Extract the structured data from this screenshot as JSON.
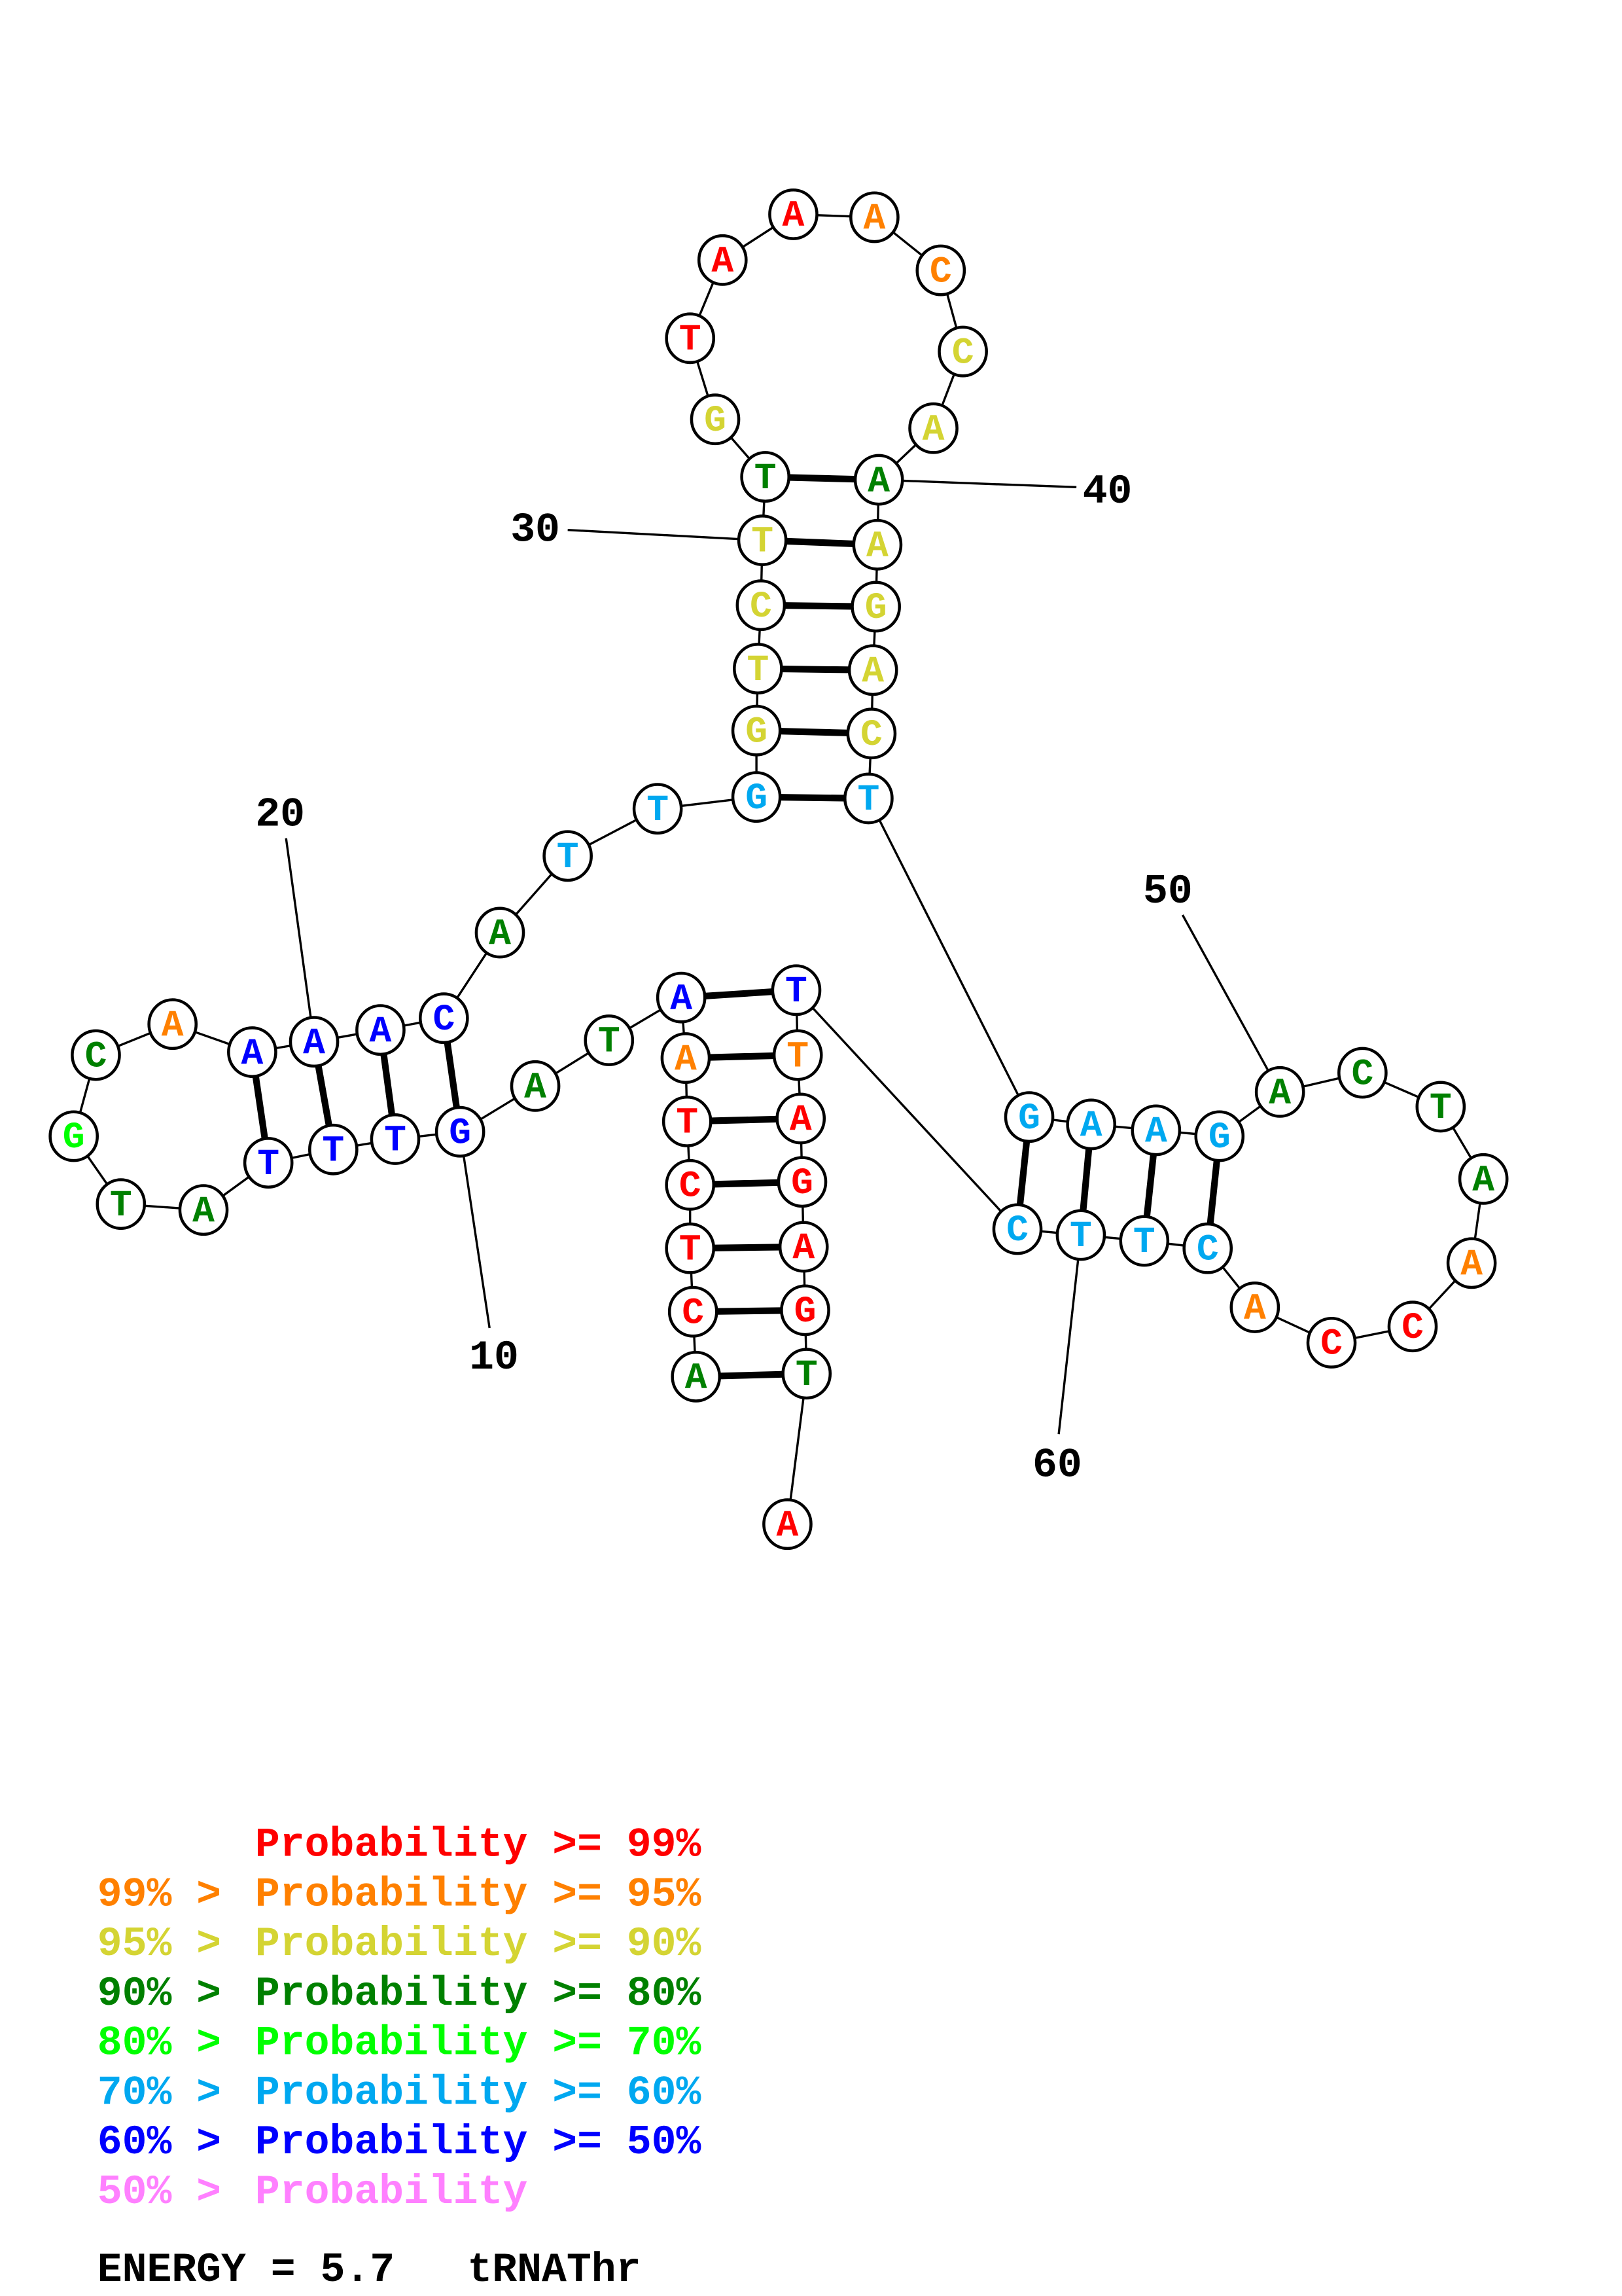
{
  "colors": {
    "p99": "#ff0000",
    "p95": "#ff8000",
    "p90": "#d4d433",
    "p80": "#008000",
    "p70": "#00ff00",
    "p60": "#00a8f0",
    "p50": "#0000ff",
    "plow": "#ff80ff"
  },
  "sequence": [
    {
      "base": "A",
      "prob": "p80"
    },
    {
      "base": "C",
      "prob": "p99"
    },
    {
      "base": "T",
      "prob": "p99"
    },
    {
      "base": "C",
      "prob": "p99"
    },
    {
      "base": "T",
      "prob": "p99"
    },
    {
      "base": "A",
      "prob": "p95"
    },
    {
      "base": "A",
      "prob": "p50"
    },
    {
      "base": "T",
      "prob": "p80"
    },
    {
      "base": "A",
      "prob": "p80"
    },
    {
      "base": "G",
      "prob": "p50"
    },
    {
      "base": "T",
      "prob": "p50"
    },
    {
      "base": "T",
      "prob": "p50"
    },
    {
      "base": "T",
      "prob": "p50"
    },
    {
      "base": "A",
      "prob": "p80"
    },
    {
      "base": "T",
      "prob": "p80"
    },
    {
      "base": "G",
      "prob": "p70"
    },
    {
      "base": "C",
      "prob": "p80"
    },
    {
      "base": "A",
      "prob": "p95"
    },
    {
      "base": "A",
      "prob": "p50"
    },
    {
      "base": "A",
      "prob": "p50"
    },
    {
      "base": "A",
      "prob": "p50"
    },
    {
      "base": "C",
      "prob": "p50"
    },
    {
      "base": "A",
      "prob": "p80"
    },
    {
      "base": "T",
      "prob": "p60"
    },
    {
      "base": "T",
      "prob": "p60"
    },
    {
      "base": "G",
      "prob": "p60"
    },
    {
      "base": "G",
      "prob": "p90"
    },
    {
      "base": "T",
      "prob": "p90"
    },
    {
      "base": "C",
      "prob": "p90"
    },
    {
      "base": "T",
      "prob": "p90"
    },
    {
      "base": "T",
      "prob": "p80"
    },
    {
      "base": "G",
      "prob": "p90"
    },
    {
      "base": "T",
      "prob": "p99"
    },
    {
      "base": "A",
      "prob": "p99"
    },
    {
      "base": "A",
      "prob": "p99"
    },
    {
      "base": "A",
      "prob": "p95"
    },
    {
      "base": "C",
      "prob": "p95"
    },
    {
      "base": "C",
      "prob": "p90"
    },
    {
      "base": "A",
      "prob": "p90"
    },
    {
      "base": "A",
      "prob": "p80"
    },
    {
      "base": "A",
      "prob": "p90"
    },
    {
      "base": "G",
      "prob": "p90"
    },
    {
      "base": "A",
      "prob": "p90"
    },
    {
      "base": "C",
      "prob": "p90"
    },
    {
      "base": "T",
      "prob": "p60"
    },
    {
      "base": "G",
      "prob": "p60"
    },
    {
      "base": "A",
      "prob": "p60"
    },
    {
      "base": "A",
      "prob": "p60"
    },
    {
      "base": "G",
      "prob": "p60"
    },
    {
      "base": "A",
      "prob": "p80"
    },
    {
      "base": "C",
      "prob": "p80"
    },
    {
      "base": "T",
      "prob": "p80"
    },
    {
      "base": "A",
      "prob": "p80"
    },
    {
      "base": "A",
      "prob": "p95"
    },
    {
      "base": "C",
      "prob": "p99"
    },
    {
      "base": "C",
      "prob": "p99"
    },
    {
      "base": "A",
      "prob": "p95"
    },
    {
      "base": "C",
      "prob": "p60"
    },
    {
      "base": "T",
      "prob": "p60"
    },
    {
      "base": "T",
      "prob": "p60"
    },
    {
      "base": "C",
      "prob": "p60"
    },
    {
      "base": "T",
      "prob": "p50"
    },
    {
      "base": "T",
      "prob": "p95"
    },
    {
      "base": "A",
      "prob": "p99"
    },
    {
      "base": "G",
      "prob": "p99"
    },
    {
      "base": "A",
      "prob": "p99"
    },
    {
      "base": "G",
      "prob": "p99"
    },
    {
      "base": "T",
      "prob": "p80"
    },
    {
      "base": "A",
      "prob": "p99"
    }
  ],
  "pairs": [
    [
      1,
      68
    ],
    [
      2,
      67
    ],
    [
      3,
      66
    ],
    [
      4,
      65
    ],
    [
      5,
      64
    ],
    [
      6,
      63
    ],
    [
      7,
      62
    ],
    [
      10,
      22
    ],
    [
      11,
      21
    ],
    [
      12,
      20
    ],
    [
      13,
      19
    ],
    [
      26,
      45
    ],
    [
      27,
      44
    ],
    [
      28,
      43
    ],
    [
      29,
      42
    ],
    [
      30,
      41
    ],
    [
      31,
      40
    ],
    [
      46,
      61
    ],
    [
      47,
      60
    ],
    [
      48,
      59
    ],
    [
      49,
      58
    ]
  ],
  "position_labels": [
    "10",
    "20",
    "30",
    "40",
    "50",
    "60"
  ],
  "legend": [
    {
      "prefix": "",
      "label": "Probability >= 99%",
      "color": "#ff0000"
    },
    {
      "prefix": "99% > ",
      "label": "Probability >= 95%",
      "color": "#ff8000"
    },
    {
      "prefix": "95% > ",
      "label": "Probability >= 90%",
      "color": "#d4d433"
    },
    {
      "prefix": "90% > ",
      "label": "Probability >= 80%",
      "color": "#008000"
    },
    {
      "prefix": "80% > ",
      "label": "Probability >= 70%",
      "color": "#00ff00"
    },
    {
      "prefix": "70% > ",
      "label": "Probability >= 60%",
      "color": "#00a8f0"
    },
    {
      "prefix": "60% > ",
      "label": "Probability >= 50%",
      "color": "#0000ff"
    },
    {
      "prefix": "50% > ",
      "label": "Probability",
      "color": "#ff80ff"
    }
  ],
  "footer": {
    "energy": "ENERGY = 5.7",
    "name": "tRNAThr"
  }
}
